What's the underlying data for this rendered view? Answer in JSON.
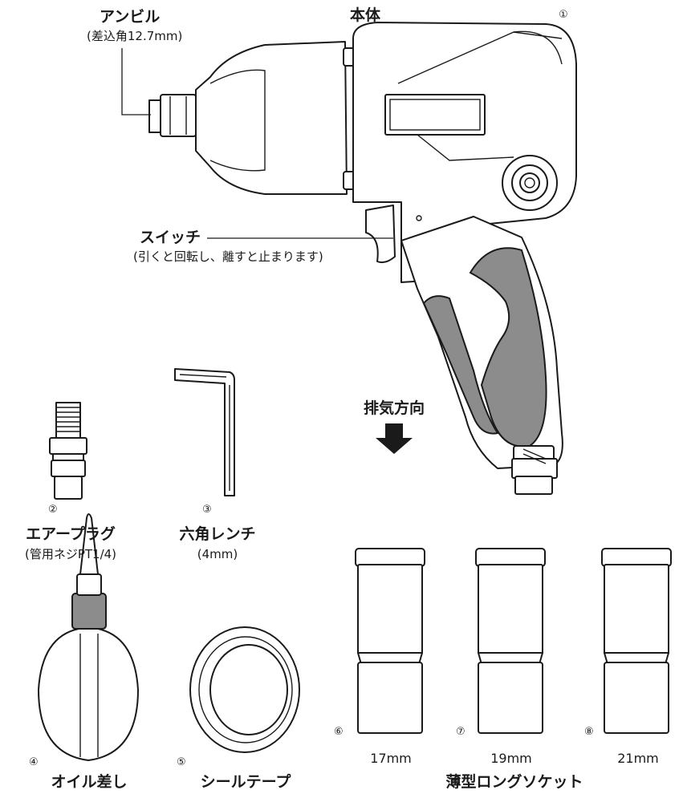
{
  "labels": {
    "body": "本体",
    "body_num": "①",
    "anvil": "アンビル",
    "anvil_spec": "(差込角12.7mm)",
    "switch": "スイッチ",
    "switch_desc": "(引くと回転し、離すと止まります)",
    "exhaust": "排気方向",
    "plug_num": "②",
    "plug": "エアープラグ",
    "plug_spec": "(管用ネジPT1/4)",
    "wrench_num": "③",
    "wrench": "六角レンチ",
    "wrench_spec": "(4mm)",
    "oil_num": "④",
    "oil": "オイル差し",
    "tape_num": "⑤",
    "tape": "シールテープ",
    "socket_6_num": "⑥",
    "socket_7_num": "⑦",
    "socket_8_num": "⑧",
    "socket_6_size": "17mm",
    "socket_7_size": "19mm",
    "socket_8_size": "21mm",
    "sockets": "薄型ロングソケット"
  }
}
